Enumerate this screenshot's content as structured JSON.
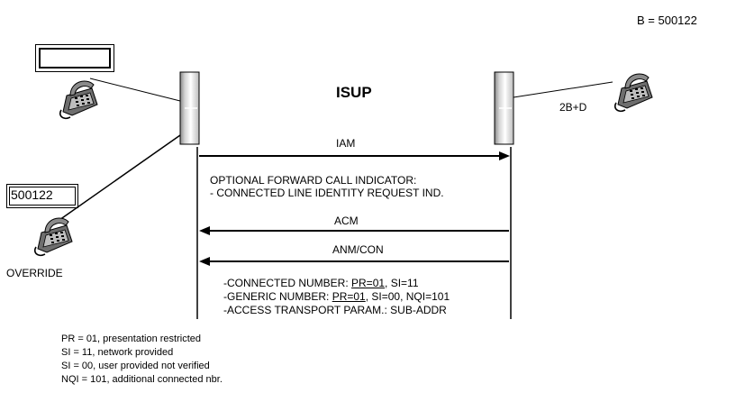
{
  "header": {
    "b_number": "B = 500122"
  },
  "protocol_label": "ISUP",
  "a_side": {
    "display_number": "500122",
    "override_label": "OVERRIDE"
  },
  "b_side": {
    "access_label": "2B+D"
  },
  "messages": {
    "iam": "IAM",
    "forward_indicator": [
      "OPTIONAL FORWARD CALL INDICATOR:",
      "- CONNECTED LINE IDENTITY REQUEST IND."
    ],
    "acm": "ACM",
    "anm": "ANM/CON",
    "params": {
      "connected_prefix": "-CONNECTED NUMBER: ",
      "connected_pr": "PR=01",
      "connected_rest": ", SI=11",
      "generic_prefix": "-GENERIC NUMBER: ",
      "generic_pr": "PR=01",
      "generic_rest": ", SI=00, NQI=101",
      "access": "-ACCESS TRANSPORT PARAM.: SUB-ADDR"
    }
  },
  "legend": [
    "PR = 01, presentation restricted",
    "SI = 11, network provided",
    "SI = 00, user provided not verified",
    "NQI = 101, additional connected nbr."
  ]
}
